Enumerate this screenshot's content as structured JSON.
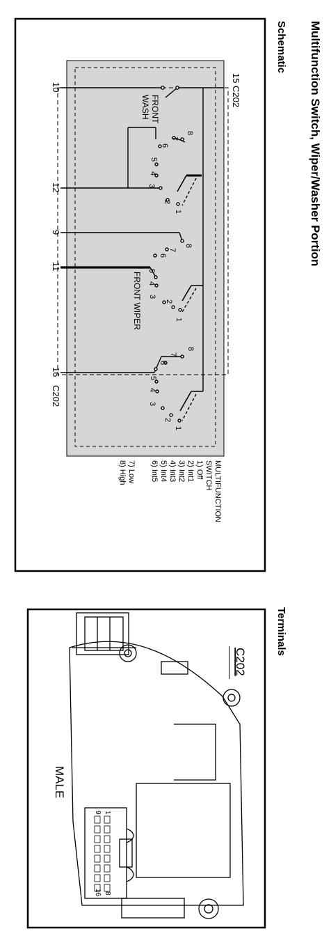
{
  "page": {
    "title": "Multifunction Switch, Wiper/Washer Portion",
    "schematic_heading": "Schematic",
    "terminals_heading": "Terminals"
  },
  "schematic": {
    "connector_top": "C202",
    "connector_bottom": "C202",
    "pins": {
      "p15": "15",
      "p10": "10",
      "p12": "12",
      "p9": "9",
      "p11": "11",
      "p16": "16"
    },
    "front_wash": [
      "FRONT",
      "WASH"
    ],
    "front_wiper": "FRONT WIPER",
    "legend": {
      "title_lines": [
        "MULTIFUNCTION",
        "SWITCH"
      ],
      "positions": [
        "1) Off",
        "2) Int1",
        "3) Int2",
        "4) Int3",
        "5) Int4",
        "6) Int5",
        "7) Low",
        "8) High"
      ]
    },
    "contact_numbers": [
      "1",
      "2",
      "3",
      "4",
      "5",
      "6",
      "7",
      "8"
    ]
  },
  "terminals": {
    "connector_label": "C202",
    "gender_label": "MALE",
    "pin_labels": {
      "top_left": "1",
      "bottom_left": "9",
      "top_right": "8",
      "bottom_right": "16"
    }
  }
}
